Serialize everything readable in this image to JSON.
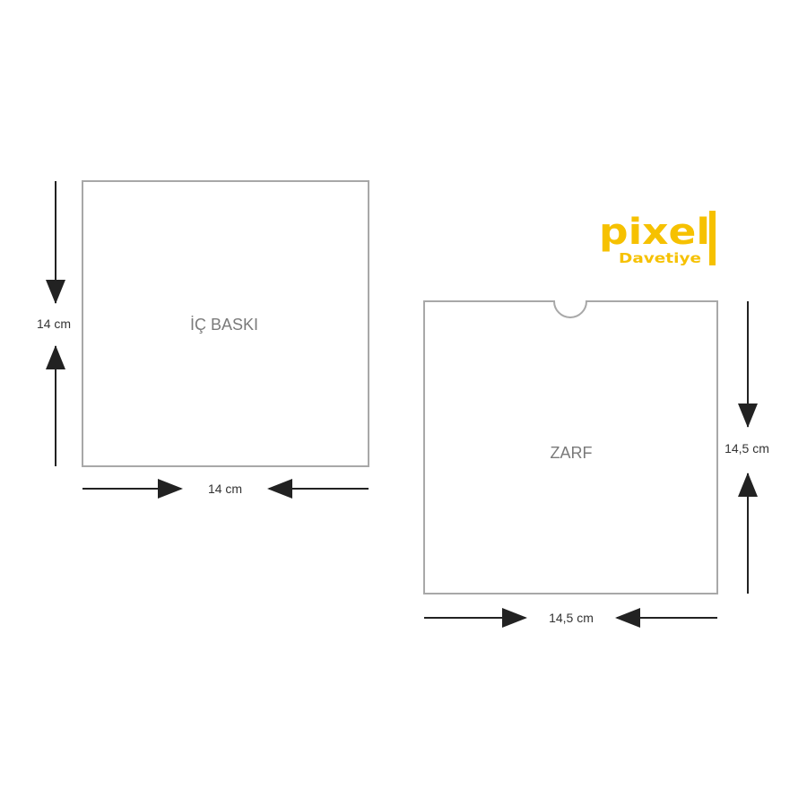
{
  "inner_card": {
    "title": "İÇ BASKI",
    "height_label": "14 cm",
    "width_label": "14 cm"
  },
  "envelope": {
    "title": "ZARF",
    "height_label": "14,5 cm",
    "width_label": "14,5 cm"
  },
  "logo": {
    "word": "pixel",
    "subtitle": "Davetiye",
    "color": "#f6c100"
  },
  "colors": {
    "outline": "#a8a8a8",
    "arrow": "#222222",
    "title_text": "#7a7a7a",
    "dim_text": "#333333"
  }
}
